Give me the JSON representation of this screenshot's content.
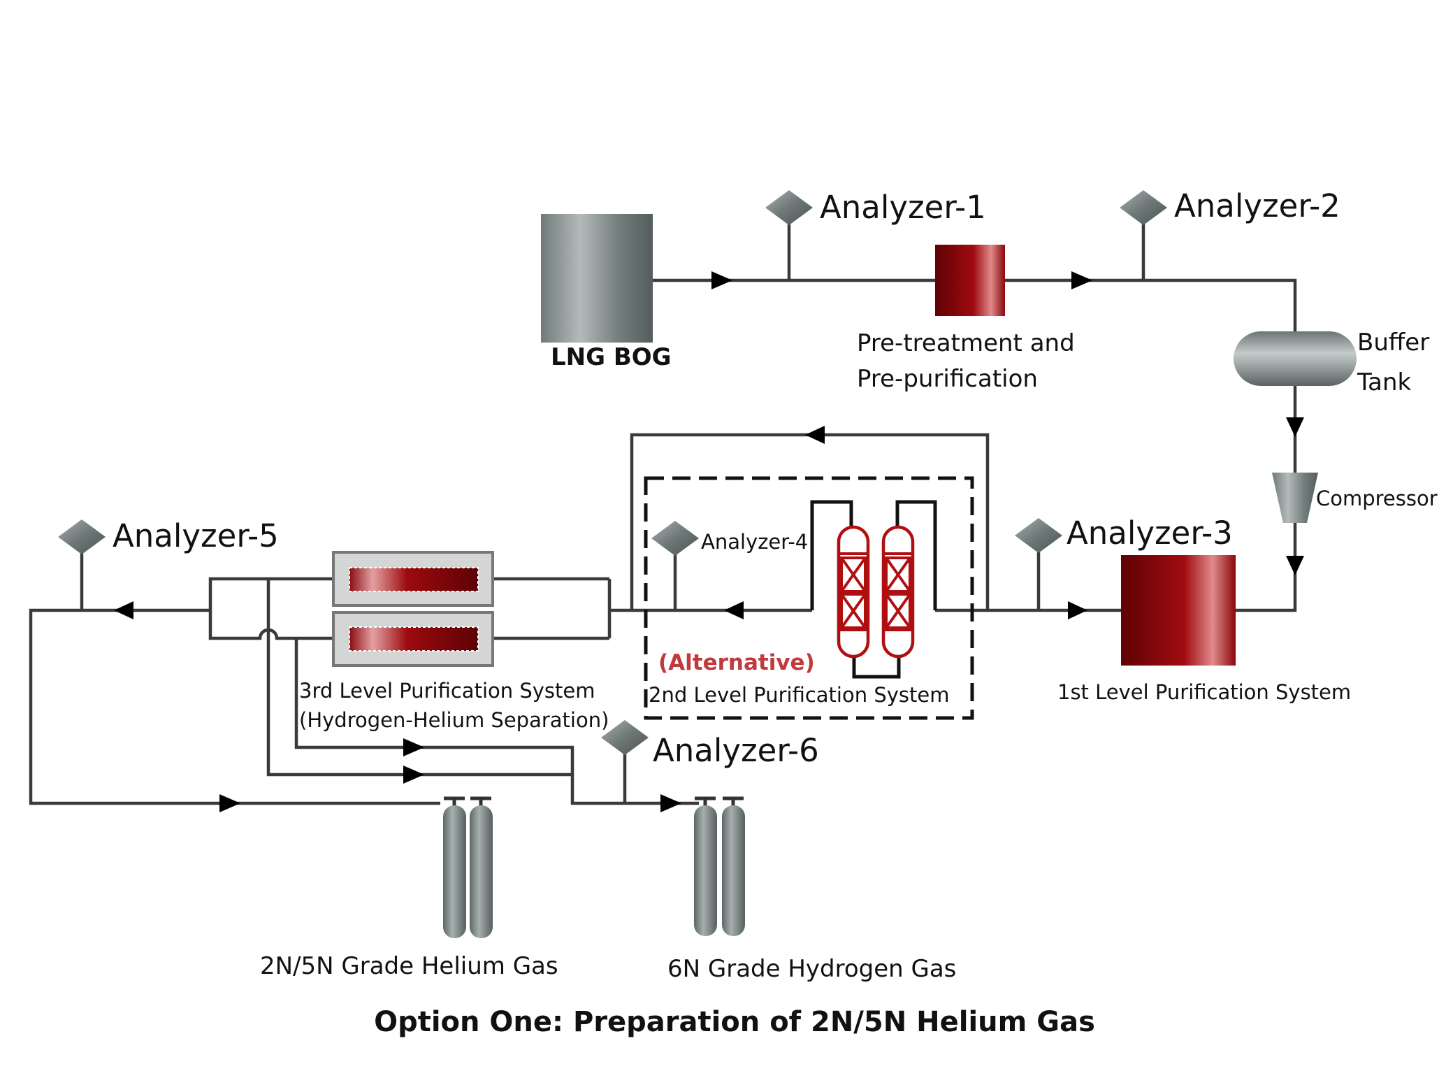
{
  "colors": {
    "accent_red": "#9c0a0e",
    "alt_text": "#c0393b",
    "equipment_gray": "#7b8584",
    "pipe": "#3a3a3a"
  },
  "labels": {
    "lng_bog": "LNG BOG",
    "analyzer_1": "Analyzer-1",
    "analyzer_2": "Analyzer-2",
    "analyzer_3": "Analyzer-3",
    "analyzer_4": "Analyzer-4",
    "analyzer_5": "Analyzer-5",
    "analyzer_6": "Analyzer-6",
    "pretreat_line1": "Pre-treatment and",
    "pretreat_line2": "Pre-purification",
    "buffer_line1": "Buffer",
    "buffer_line2": "Tank",
    "compressor": "Compressor",
    "first_level": "1st Level Purification System",
    "alternative": "(Alternative)",
    "second_level": "2nd Level Purification System",
    "third_level_line1": "3rd Level Purification System",
    "third_level_line2": "(Hydrogen-Helium Separation)",
    "helium_product": "2N/5N Grade Helium Gas",
    "hydrogen_product": "6N Grade Hydrogen Gas",
    "caption": "Option One: Preparation of 2N/5N Helium Gas"
  },
  "icons": {
    "analyzer": "diamond-analyzer-icon",
    "arrow": "flow-arrow-icon",
    "cylinder": "gas-cylinder-icon",
    "reactor": "packed-column-icon"
  }
}
